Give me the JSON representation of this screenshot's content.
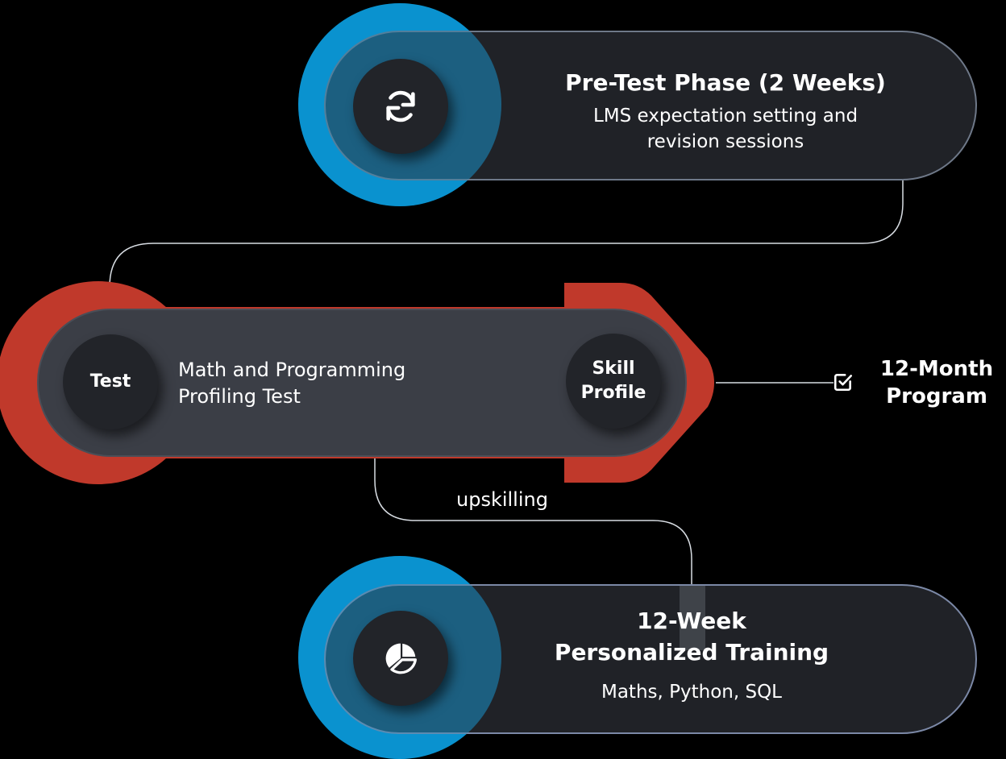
{
  "colors": {
    "background": "#000000",
    "accent_blue": "#0b92cf",
    "accent_red": "#c0392b",
    "pill": "#2c2f36",
    "text": "#ffffff"
  },
  "pretest": {
    "title": "Pre-Test Phase (2 Weeks)",
    "desc_line1": "LMS expectation setting and",
    "desc_line2": "revision sessions",
    "icon": "refresh-icon"
  },
  "test": {
    "circle_label": "Test",
    "desc_line1": "Math and Programming",
    "desc_line2": "Profiling Test",
    "skill_line1": "Skill",
    "skill_line2": "Profile"
  },
  "program": {
    "line1": "12-Month",
    "line2": "Program",
    "icon": "checkbox-icon"
  },
  "connector": {
    "upskilling_label": "upskilling"
  },
  "training": {
    "title_line1": "12-Week",
    "title_line2": "Personalized Training",
    "desc": "Maths, Python, SQL",
    "icon": "pie-chart-icon"
  }
}
